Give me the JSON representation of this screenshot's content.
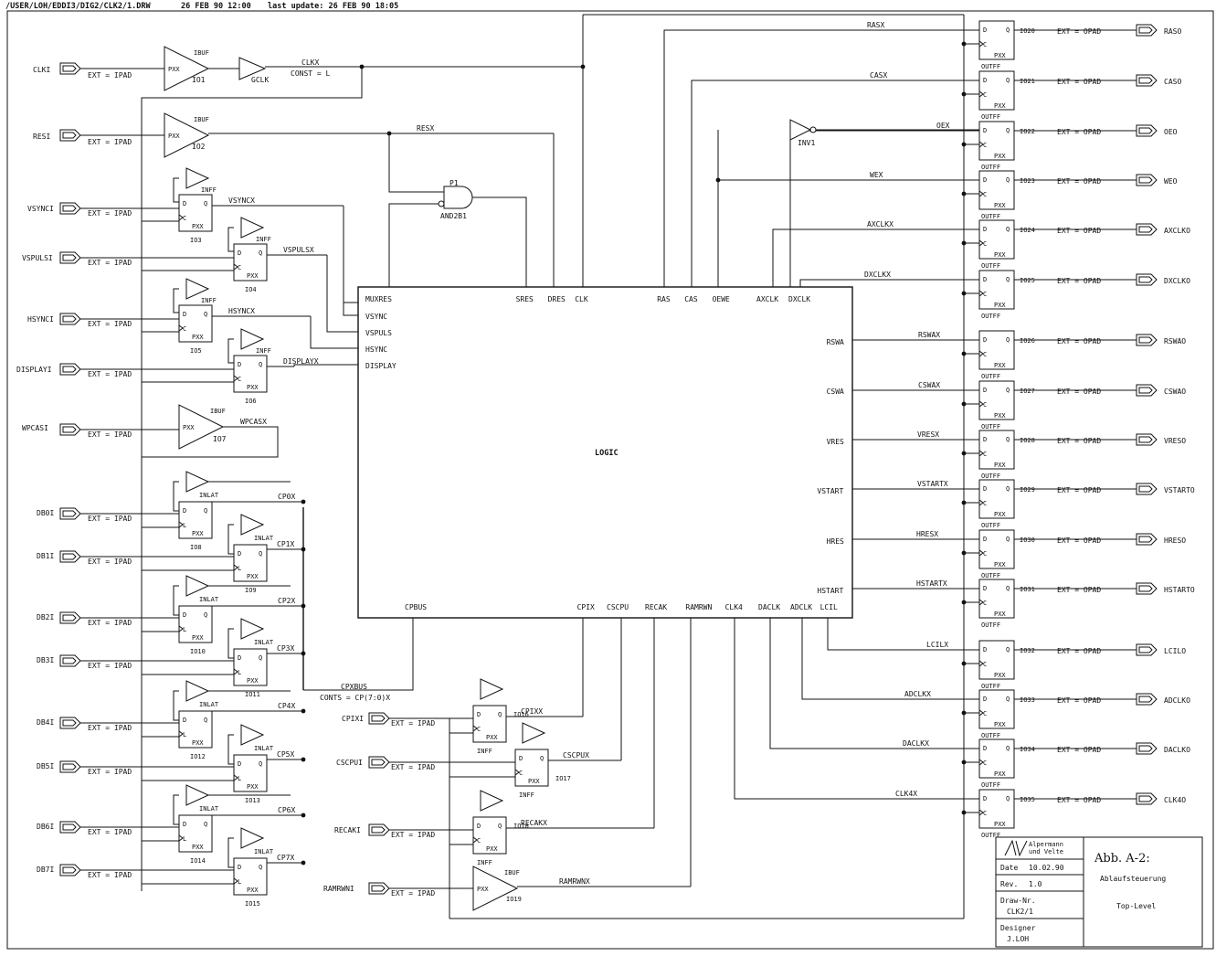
{
  "header": {
    "path": "/USER/LOH/EDDI3/DIG2/CLK2/1.DRW",
    "created": "26 FEB 90 12:00",
    "last_update": "last update: 26 FEB 90 18:05"
  },
  "common": {
    "ext_ipad": "EXT = IPAD",
    "ext_opad": "EXT = OPAD",
    "ext_ipad_alt": "EXT = IPAD",
    "ibuf": "IBUF",
    "inff": "INFF",
    "inlat": "INLAT",
    "outff": "OUTFF",
    "pxx": "PXX",
    "D": "D",
    "Q": "Q",
    "C": "C",
    "L": "L"
  },
  "clock": {
    "input": "CLKI",
    "buffer_inst": "IO1",
    "gclk": "GCLK",
    "net": "CLKX",
    "const": "CONST = L"
  },
  "reset": {
    "input": "RESI",
    "buffer_inst": "IO2",
    "net": "RESX"
  },
  "gate": {
    "name": "P1",
    "type": "AND2B1"
  },
  "inverter": {
    "name": "INV1"
  },
  "sync_inputs": [
    {
      "pin": "VSYNCI",
      "inst": "IO3",
      "net": "VSYNCX"
    },
    {
      "pin": "VSPULSI",
      "inst": "IO4",
      "net": "VSPULSX"
    },
    {
      "pin": "HSYNCI",
      "inst": "IO5",
      "net": "HSYNCX"
    },
    {
      "pin": "DISPLAYI",
      "inst": "IO6",
      "net": "DISPLAYX"
    }
  ],
  "wpcas": {
    "pin": "WPCASI",
    "inst": "IO7",
    "net": "WPCASX"
  },
  "data_inputs": [
    {
      "pin": "DB0I",
      "inst": "IO8",
      "net": "CP0X"
    },
    {
      "pin": "DB1I",
      "inst": "IO9",
      "net": "CP1X"
    },
    {
      "pin": "DB2I",
      "inst": "IO10",
      "net": "CP2X"
    },
    {
      "pin": "DB3I",
      "inst": "IO11",
      "net": "CP3X"
    },
    {
      "pin": "DB4I",
      "inst": "IO12",
      "net": "CP4X"
    },
    {
      "pin": "DB5I",
      "inst": "IO13",
      "net": "CP5X"
    },
    {
      "pin": "DB6I",
      "inst": "IO14",
      "net": "CP6X"
    },
    {
      "pin": "DB7I",
      "inst": "IO15",
      "net": "CP7X"
    }
  ],
  "bus": {
    "name": "CPXBUS",
    "conts": "CONTS = CP(7:0)X"
  },
  "bottom_inputs": [
    {
      "pin": "CPIXI",
      "inst": "IO16",
      "net": "CPIXX",
      "cell": "INFF"
    },
    {
      "pin": "CSCPUI",
      "inst": "IO17",
      "net": "CSCPUX",
      "cell": "INFF"
    },
    {
      "pin": "RECAKI",
      "inst": "IO18",
      "net": "RECAKX",
      "cell": "INFF"
    },
    {
      "pin": "RAMRWNI",
      "inst": "IO19",
      "net": "RAMRWNX",
      "cell": "IBUF"
    }
  ],
  "logic": {
    "label": "LOGIC",
    "top_pins": [
      "SRES",
      "DRES",
      "CLK",
      "RAS",
      "CAS",
      "OEWE",
      "AXCLK",
      "DXCLK"
    ],
    "left_pins": [
      "MUXRES",
      "VSYNC",
      "VSPULS",
      "HSYNC",
      "DISPLAY"
    ],
    "right_pins": [
      "RSWA",
      "CSWA",
      "VRES",
      "VSTART",
      "HRES",
      "HSTART"
    ],
    "bottom_pins": [
      "CPBUS",
      "CPIX",
      "CSCPU",
      "RECAK",
      "RAMRWN",
      "CLK4",
      "DACLK",
      "ADCLK",
      "LCIL"
    ]
  },
  "outputs": [
    {
      "net": "RASX",
      "inst": "IO20",
      "pin": "RASO"
    },
    {
      "net": "CASX",
      "inst": "IO21",
      "pin": "CASO"
    },
    {
      "net": "OEX",
      "inst": "IO22",
      "pin": "OEO"
    },
    {
      "net": "WEX",
      "inst": "IO23",
      "pin": "WEO"
    },
    {
      "net": "AXCLKX",
      "inst": "IO24",
      "pin": "AXCLKO"
    },
    {
      "net": "DXCLKX",
      "inst": "IO25",
      "pin": "DXCLKO"
    },
    {
      "net": "RSWAX",
      "inst": "IO26",
      "pin": "RSWAO"
    },
    {
      "net": "CSWAX",
      "inst": "IO27",
      "pin": "CSWAO"
    },
    {
      "net": "VRESX",
      "inst": "IO28",
      "pin": "VRESO"
    },
    {
      "net": "VSTARTX",
      "inst": "IO29",
      "pin": "VSTARTO"
    },
    {
      "net": "HRESX",
      "inst": "IO30",
      "pin": "HRESO"
    },
    {
      "net": "HSTARTX",
      "inst": "IO31",
      "pin": "HSTARTO"
    },
    {
      "net": "LCILX",
      "inst": "IO32",
      "pin": "LCILO"
    },
    {
      "net": "ADCLKX",
      "inst": "IO33",
      "pin": "ADCLKO"
    },
    {
      "net": "DACLKX",
      "inst": "IO34",
      "pin": "DACLKO"
    },
    {
      "net": "CLK4X",
      "inst": "IO35",
      "pin": "CLK4O"
    }
  ],
  "title_block": {
    "company_line1": "Alpermann",
    "company_line2": "und Velte",
    "title": "Abb. A-2:",
    "subtitle": "Ablaufsteuerung",
    "level": "Top-Level",
    "date_label": "Date",
    "date": "10.02.90",
    "rev_label": "Rev.",
    "rev": "1.0",
    "drawno_label": "Draw-Nr.",
    "drawno": "CLK2/1",
    "designer_label": "Designer",
    "designer": "J.LOH"
  }
}
